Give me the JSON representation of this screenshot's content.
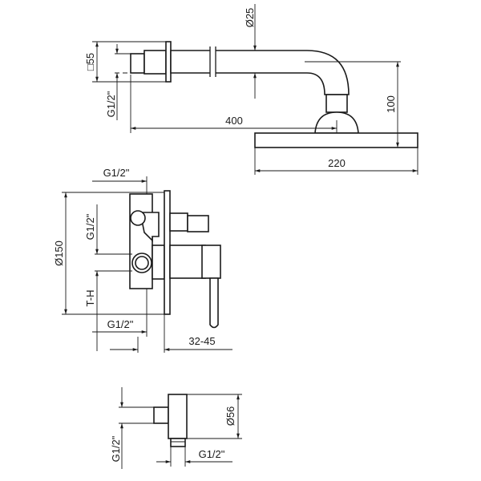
{
  "top_view": {
    "square_55": "□55",
    "thread_left": "G1/2\"",
    "diameter_25": "Ø25",
    "length_400": "400",
    "height_100": "100",
    "width_220": "220"
  },
  "mixer_view": {
    "thread_top": "G1/2\"",
    "thread_side": "G1/2\"",
    "diameter_150": "Ø150",
    "th_label": "T-H",
    "thread_bottom": "G1/2\"",
    "depth_32_45": "32-45"
  },
  "outlet_view": {
    "diameter_56": "Ø56",
    "thread_vertical": "G1/2\"",
    "thread_horizontal": "G1/2\""
  }
}
